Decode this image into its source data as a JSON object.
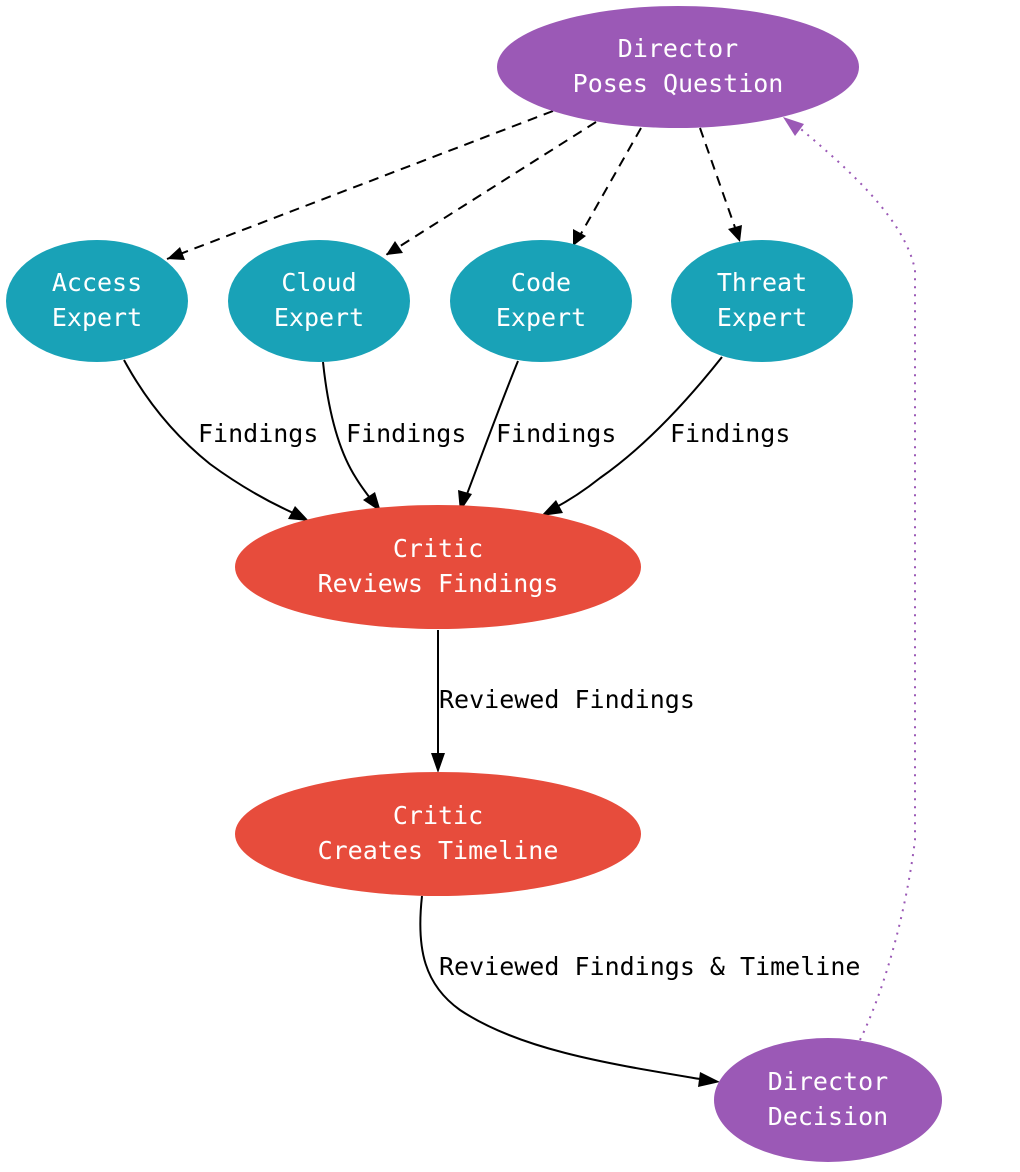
{
  "colors": {
    "director": "#9b59b6",
    "expert": "#19a2b7",
    "critic": "#e74c3c",
    "edge": "#000000",
    "feedback": "#9b59b6",
    "node_text": "#ffffff"
  },
  "nodes": {
    "director_question": {
      "line1": "Director",
      "line2": "Poses Question"
    },
    "access_expert": {
      "line1": "Access",
      "line2": "Expert"
    },
    "cloud_expert": {
      "line1": "Cloud",
      "line2": "Expert"
    },
    "code_expert": {
      "line1": "Code",
      "line2": "Expert"
    },
    "threat_expert": {
      "line1": "Threat",
      "line2": "Expert"
    },
    "critic_review": {
      "line1": "Critic",
      "line2": "Reviews Findings"
    },
    "critic_timeline": {
      "line1": "Critic",
      "line2": "Creates Timeline"
    },
    "director_decision": {
      "line1": "Director",
      "line2": "Decision"
    }
  },
  "edges": {
    "access_findings": "Findings",
    "cloud_findings": "Findings",
    "code_findings": "Findings",
    "threat_findings": "Findings",
    "reviewed": "Reviewed Findings",
    "reviewed_timeline": "Reviewed Findings & Timeline"
  }
}
